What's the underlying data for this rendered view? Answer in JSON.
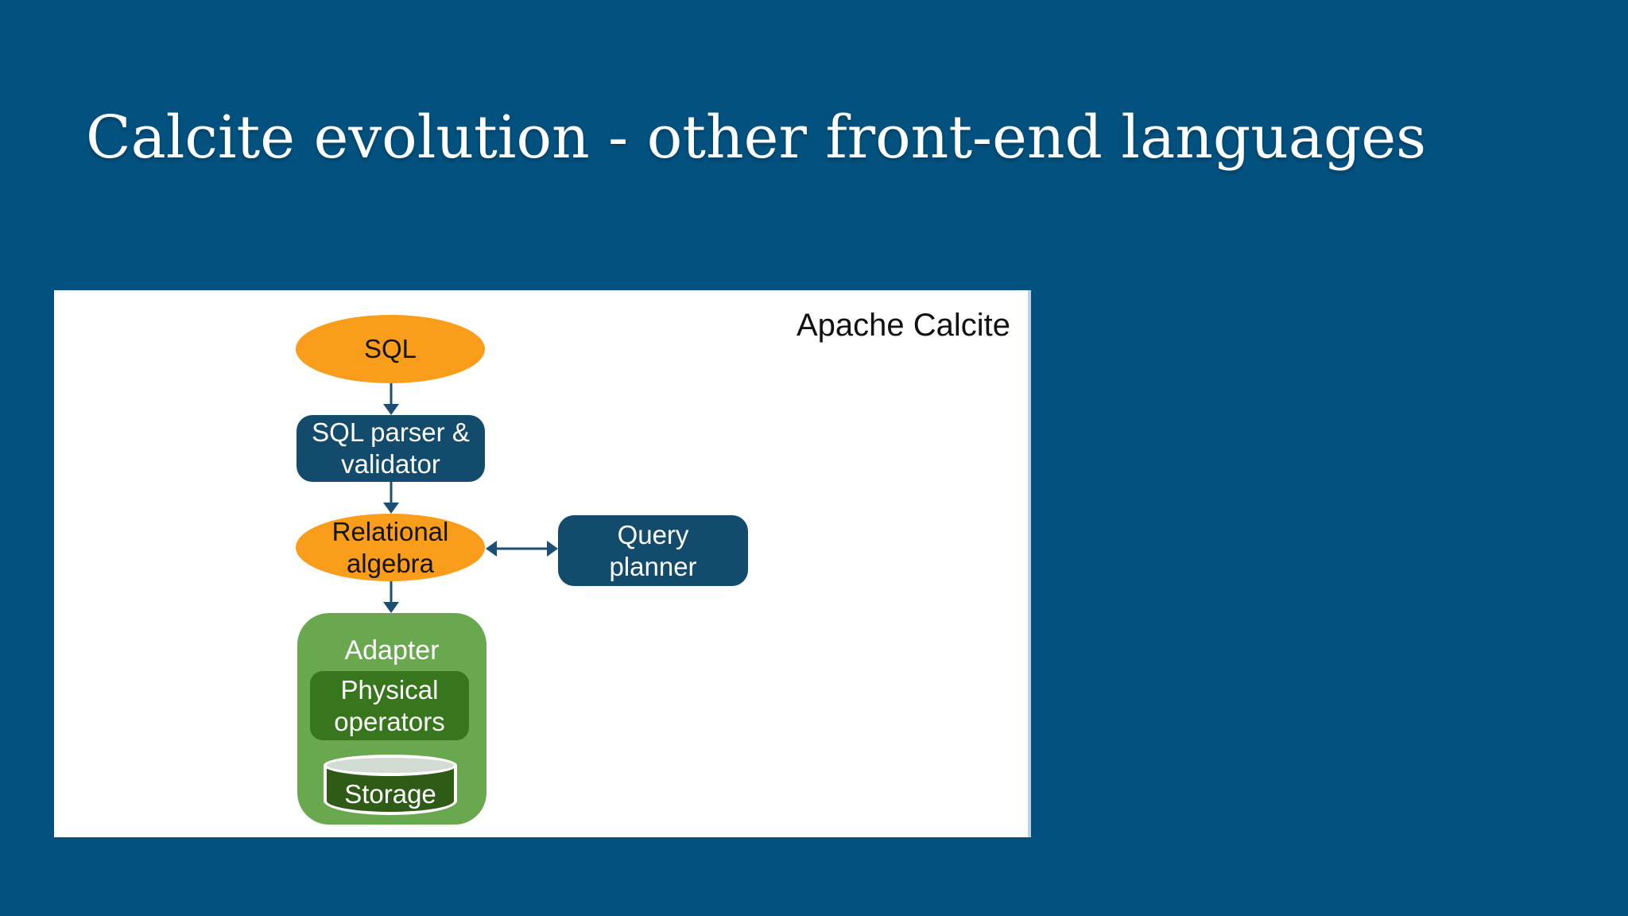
{
  "slide": {
    "title": "Calcite evolution - other front-end languages"
  },
  "diagram": {
    "panel_label": "Apache Calcite",
    "nodes": {
      "sql": "SQL",
      "sql_parser": "SQL parser &\nvalidator",
      "relational_algebra": "Relational\nalgebra",
      "query_planner": "Query\nplanner",
      "adapter": "Adapter",
      "physical_operators": "Physical\noperators",
      "storage": "Storage"
    },
    "colors": {
      "slide_background": "#02517E",
      "title_text": "#FFFFFF",
      "panel_background": "#FFFFFF",
      "panel_right_edge": "#B9D2EA",
      "ellipse_orange": "#F99D1A",
      "box_navy": "#134B6C",
      "adapter_green": "#6AA84F",
      "operators_dark_green": "#38761D",
      "cylinder_body_green": "#2E5C16",
      "cylinder_top_gray": "#D3DCD2",
      "arrow_navy": "#1B4F74"
    }
  }
}
